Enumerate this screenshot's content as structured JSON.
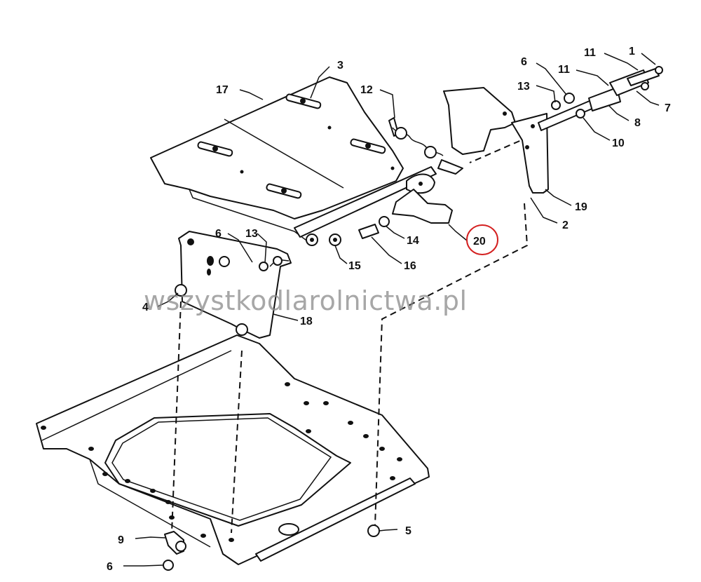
{
  "callouts": [
    {
      "id": "c1",
      "label": "1"
    },
    {
      "id": "c2",
      "label": "2"
    },
    {
      "id": "c3",
      "label": "3"
    },
    {
      "id": "c4",
      "label": "4"
    },
    {
      "id": "c5",
      "label": "5"
    },
    {
      "id": "c6a",
      "label": "6"
    },
    {
      "id": "c6b",
      "label": "6"
    },
    {
      "id": "c6c",
      "label": "6"
    },
    {
      "id": "c7",
      "label": "7"
    },
    {
      "id": "c8",
      "label": "8"
    },
    {
      "id": "c9",
      "label": "9"
    },
    {
      "id": "c10",
      "label": "10"
    },
    {
      "id": "c11a",
      "label": "11"
    },
    {
      "id": "c11b",
      "label": "11"
    },
    {
      "id": "c12",
      "label": "12"
    },
    {
      "id": "c13a",
      "label": "13"
    },
    {
      "id": "c13b",
      "label": "13"
    },
    {
      "id": "c14",
      "label": "14"
    },
    {
      "id": "c15",
      "label": "15"
    },
    {
      "id": "c16",
      "label": "16"
    },
    {
      "id": "c17",
      "label": "17"
    },
    {
      "id": "c18",
      "label": "18"
    },
    {
      "id": "c19",
      "label": "19"
    },
    {
      "id": "c20",
      "label": "20"
    }
  ],
  "highlight": {
    "label": "20",
    "color": "#d42020"
  },
  "watermark": "wszystkodlarolnictwa.pl"
}
